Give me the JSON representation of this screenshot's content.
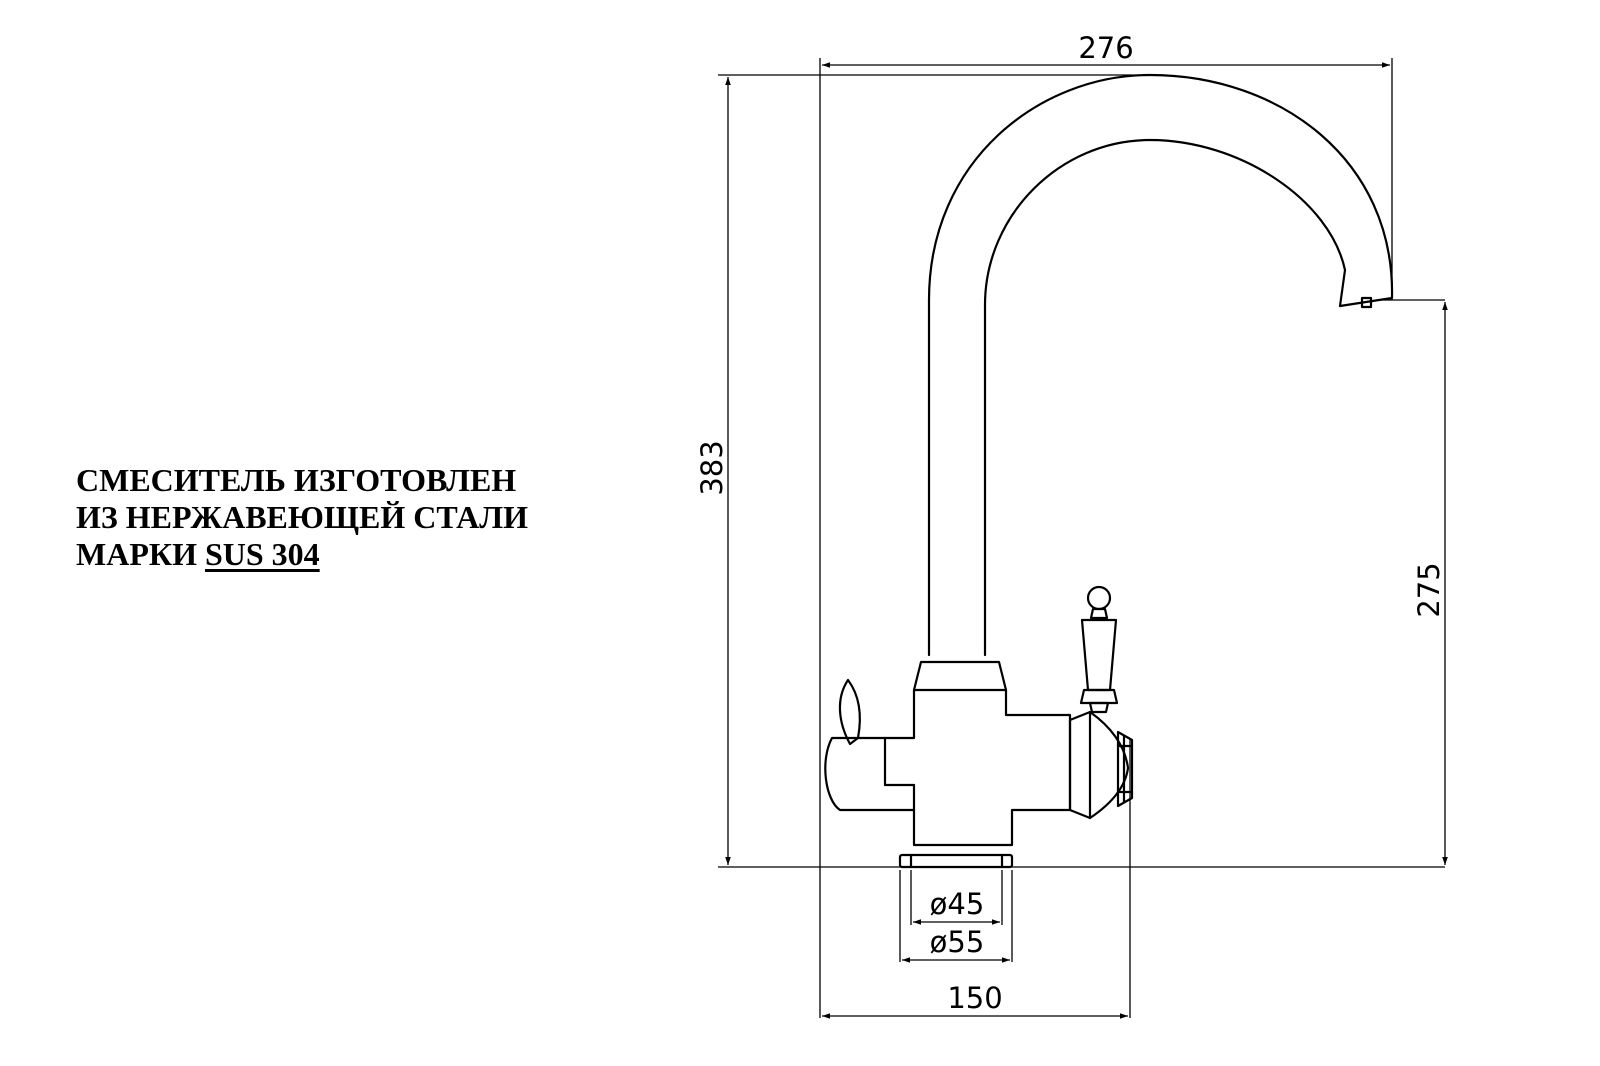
{
  "caption": {
    "line1": "СМЕСИТЕЛЬ ИЗГОТОВЛЕН",
    "line2": "ИЗ НЕРЖАВЕЮЩЕЙ СТАЛИ",
    "line3_prefix": "МАРКИ ",
    "line3_mark": "SUS 304"
  },
  "dimensions": {
    "overall_width": "276",
    "overall_height": "383",
    "spout_height": "275",
    "inner_diameter": "ø45",
    "outer_diameter": "ø55",
    "base_width": "150"
  }
}
